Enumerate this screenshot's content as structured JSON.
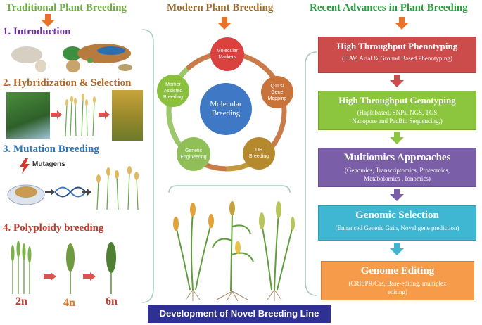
{
  "headers": {
    "traditional": "Traditional Plant Breeding",
    "modern": "Modern Plant Breeding",
    "recent": "Recent Advances in Plant Breeding"
  },
  "traditional": {
    "introduction": "1. Introduction",
    "hybridization": "2. Hybridization & Selection",
    "mutation": "3. Mutation Breeding",
    "mutagens": "Mutagens",
    "polyploidy": "4. Polyploidy breeding",
    "ploidy": [
      "2n",
      "4n",
      "6n"
    ]
  },
  "modern": {
    "center": "Molecular\nBreeding",
    "nodes": [
      "Molecular\nMarkers",
      "QTLs/\nGene\nMapping",
      "DH\nBreeding",
      "Genetic\nEngineering",
      "Marker\nAssisted\nBreeding"
    ]
  },
  "recent": {
    "boxes": [
      {
        "title": "High Throughput Phenotyping",
        "desc": "(UAV, Arial & Ground Based Phenotyping)",
        "color": "#cc4b4b"
      },
      {
        "title": "High Throughput  Genotyping",
        "desc": "(Haplobased, SNPs, NGS, TGS\nNanopore and PacBio Sequencing,)",
        "color": "#8cc63e"
      },
      {
        "title": "Multiomics Approaches",
        "desc": "(Genomics, Transcriptomics, Proteomics,\nMetabolomics , Ionomics)",
        "color": "#7b5ea8"
      },
      {
        "title": "Genomic Selection",
        "desc": "(Enhanced Genetic Gain, Novel gene prediction)",
        "color": "#3fb7d2"
      },
      {
        "title": "Genome Editing",
        "desc": "(CRISPR/Cas, Base-editing, multiplex\nediting)",
        "color": "#f59b4a"
      }
    ]
  },
  "footer": "Development of Novel Breeding Line",
  "colors": {
    "traditional_header": "#70ad47",
    "modern_header": "#9c6b30",
    "recent_header": "#2e9b3f",
    "arrow": "#e8722a",
    "intro": "#7030a0",
    "hybrid": "#b5651d",
    "mutation": "#2e75b6",
    "polyploidy": "#c0392b"
  }
}
